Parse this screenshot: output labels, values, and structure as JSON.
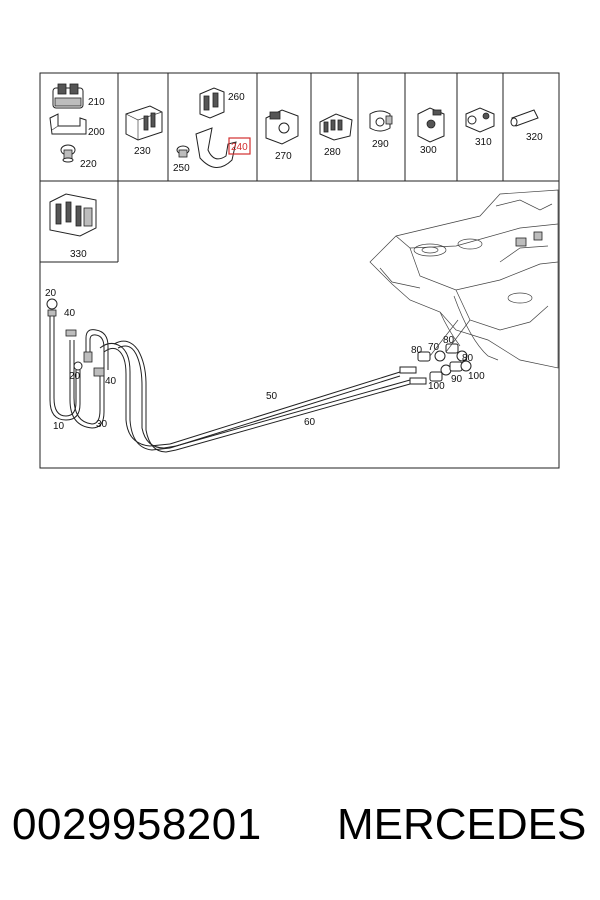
{
  "diagram": {
    "parts_grid": [
      {
        "cell": "a",
        "labels": [
          "210",
          "200",
          "220"
        ]
      },
      {
        "cell": "b",
        "labels": [
          "230"
        ]
      },
      {
        "cell": "c",
        "labels": [
          "260",
          "240",
          "250"
        ]
      },
      {
        "cell": "d",
        "labels": [
          "270"
        ]
      },
      {
        "cell": "e",
        "labels": [
          "280"
        ]
      },
      {
        "cell": "f",
        "labels": [
          "290"
        ]
      },
      {
        "cell": "g",
        "labels": [
          "300"
        ]
      },
      {
        "cell": "h",
        "labels": [
          "310"
        ]
      },
      {
        "cell": "i",
        "labels": [
          "320"
        ]
      },
      {
        "cell": "j",
        "labels": [
          "330"
        ]
      }
    ],
    "highlighted_label": "240",
    "highlight_color": "#d32f2f",
    "line_labels": {
      "l20a": "20",
      "l40a": "40",
      "l20b": "20",
      "l40b": "40",
      "l10": "10",
      "l30": "30",
      "l50": "50",
      "l60": "60",
      "l80a": "80",
      "l70": "70",
      "l80b": "80",
      "l80c": "80",
      "l100a": "100",
      "l90": "90",
      "l100b": "100"
    }
  },
  "footer": {
    "part_number": "0029958201",
    "brand": "MERCEDES"
  }
}
